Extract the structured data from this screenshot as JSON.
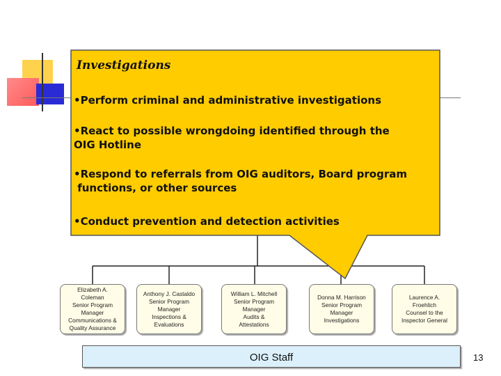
{
  "callout": {
    "title": "Investigations",
    "bullets": [
      "•Perform criminal and administrative investigations",
      "•React to possible wrongdoing identified through the\nOIG Hotline",
      "•Respond to referrals from OIG auditors, Board program\n functions, or other sources",
      "•Conduct prevention and detection activities"
    ],
    "fill_color": "#ffcc00"
  },
  "org_boxes": [
    "Elizabeth A.\nColeman\nSenior Program\nManager\nCommunications &\nQuality Assurance",
    "Anthony J. Castaldo\nSenior Program\nManager\nInspections &\nEvaluations",
    "William L. Mitchell\nSenior Program\nManager\nAudits &\nAttestations",
    "Donna M. Harrison\nSenior Program\nManager\nInvestigations",
    "Laurence A.\nFroehlich\nCounsel to the\nInspector General"
  ],
  "staff_label": "OIG Staff",
  "page_number": "13"
}
